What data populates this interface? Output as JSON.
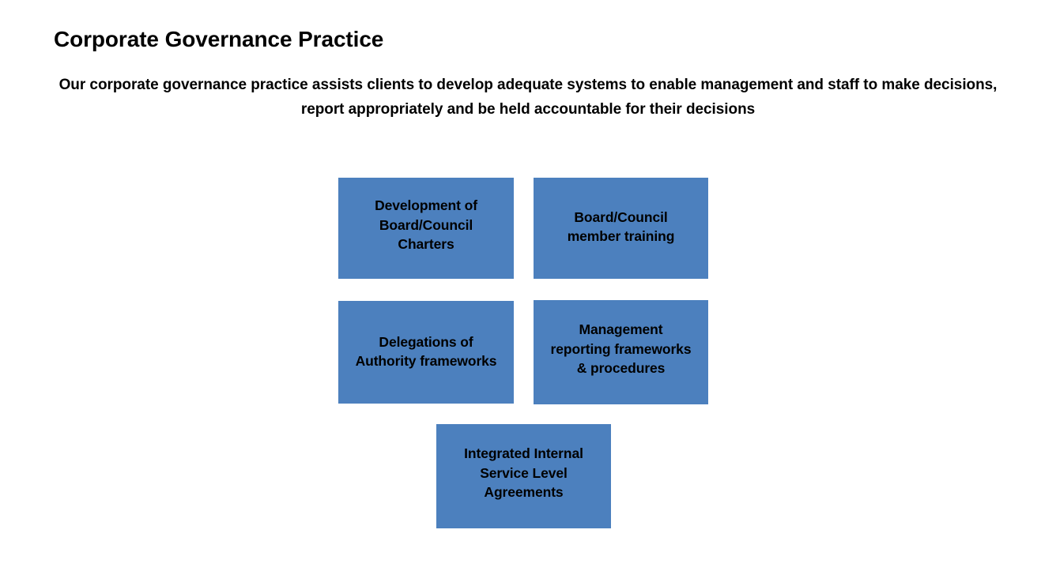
{
  "slide": {
    "title": "Corporate Governance Practice",
    "subtitle": "Our corporate governance practice assists clients to develop adequate systems to enable management and staff to make decisions, report appropriately and be held accountable for their decisions",
    "background_color": "#FFFFFF",
    "text_color": "#000000"
  },
  "diagram": {
    "box_fill_color": "#4C80BE",
    "box_text_color": "#000000",
    "boxes": [
      {
        "label": "Development of\nBoard/Council\nCharters",
        "row": 1,
        "column": 1
      },
      {
        "label": "Board/Council\nmember training",
        "row": 1,
        "column": 2
      },
      {
        "label": "Delegations of\nAuthority frameworks",
        "row": 2,
        "column": 1
      },
      {
        "label": "Management\nreporting frameworks\n& procedures",
        "row": 2,
        "column": 2
      },
      {
        "label": "Integrated Internal\nService Level\nAgreements",
        "row": 3,
        "column": 1
      }
    ]
  }
}
